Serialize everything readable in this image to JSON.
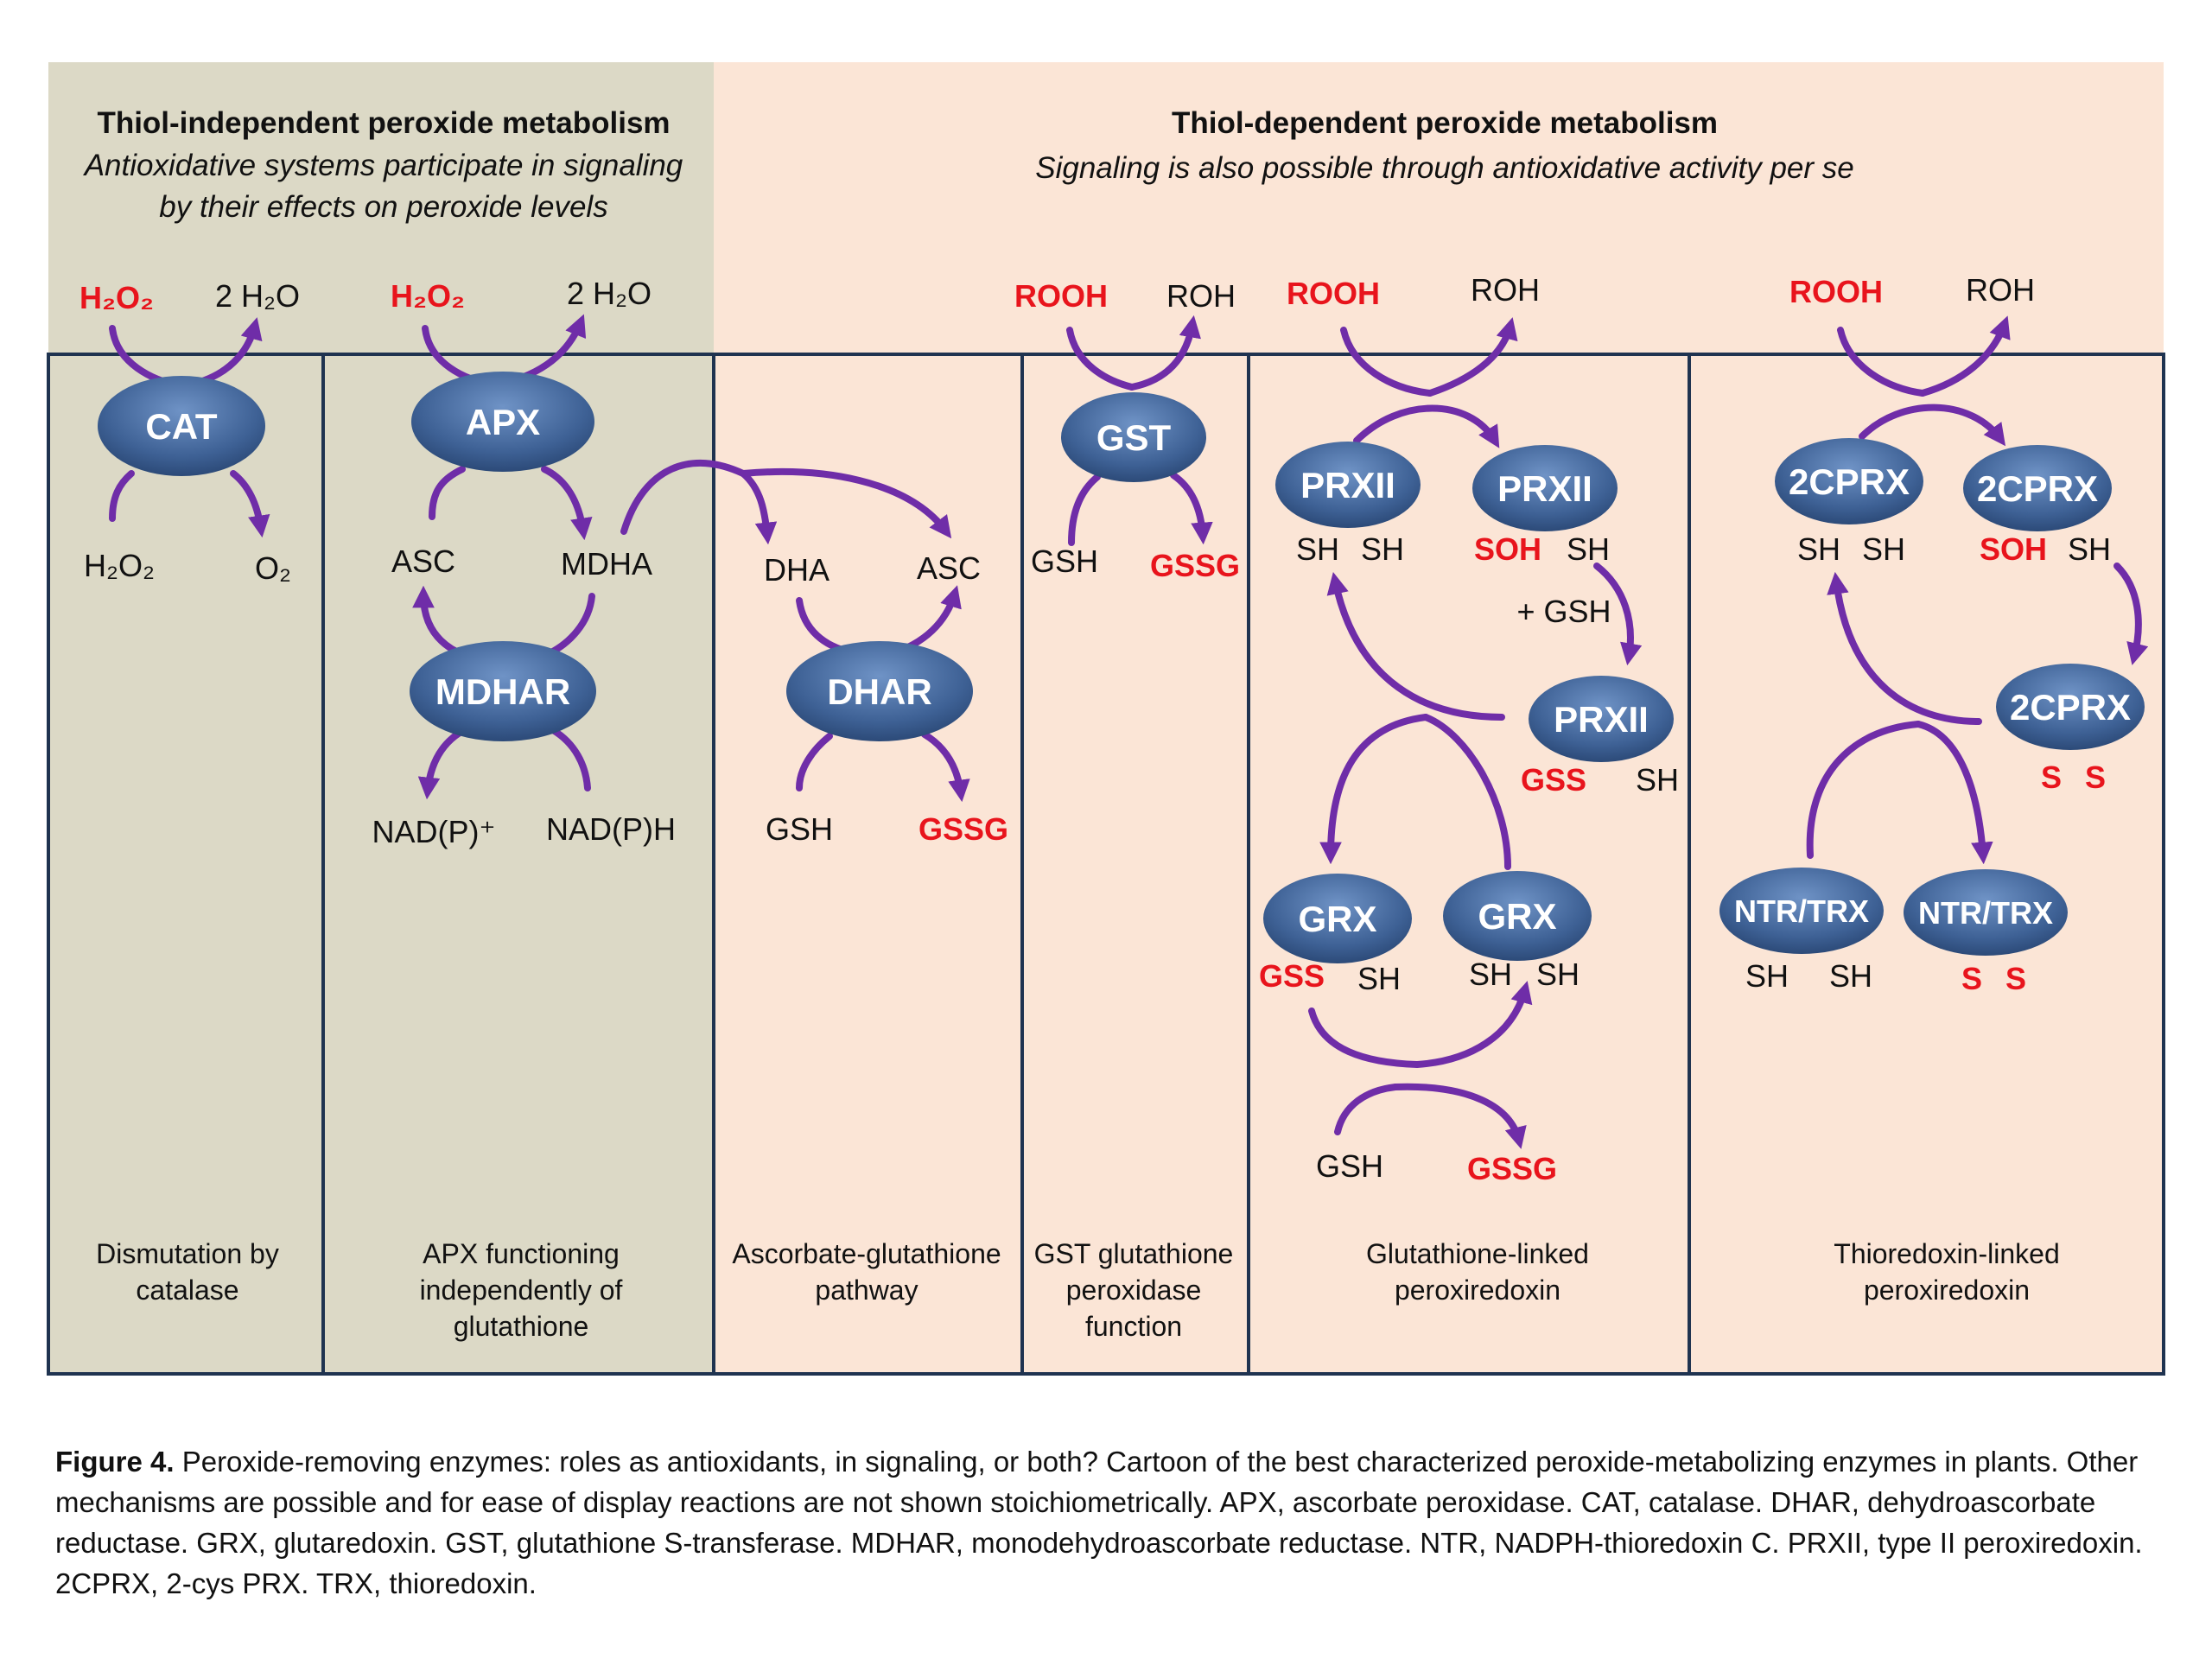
{
  "header": {
    "left": {
      "title": "Thiol-independent peroxide metabolism",
      "subtitle_line1": "Antioxidative systems participate in signaling",
      "subtitle_line2": "by their effects on peroxide levels"
    },
    "right": {
      "title": "Thiol-dependent peroxide metabolism",
      "subtitle": "Signaling is also possible through antioxidative activity per se"
    }
  },
  "colors": {
    "left_background": "#dcd9c6",
    "right_background": "#fbe5d6",
    "panel_border": "#1f3350",
    "arrow": "#6f2da8",
    "highlight_text": "#e8141c",
    "enzyme_fill": "#3e6195"
  },
  "panels": [
    {
      "footer": [
        "Dismutation by",
        "catalase"
      ],
      "enzymes": [
        {
          "label": "CAT"
        }
      ],
      "species": [
        {
          "label": "H₂O₂",
          "highlight": true
        },
        {
          "label": "2 H₂O",
          "highlight": false
        },
        {
          "label": "H₂O₂",
          "highlight": false
        },
        {
          "label": "O₂",
          "highlight": false
        }
      ]
    },
    {
      "footer": [
        "APX functioning",
        "independently of",
        "glutathione"
      ],
      "enzymes": [
        {
          "label": "APX"
        },
        {
          "label": "MDHAR"
        }
      ],
      "species": [
        {
          "label": "H₂O₂",
          "highlight": true
        },
        {
          "label": "2 H₂O",
          "highlight": false
        },
        {
          "label": "ASC",
          "highlight": false
        },
        {
          "label": "MDHA",
          "highlight": false
        },
        {
          "label": "NAD(P)⁺",
          "highlight": false
        },
        {
          "label": "NAD(P)H",
          "highlight": false
        }
      ]
    },
    {
      "footer": [
        "Ascorbate-glutathione",
        "pathway"
      ],
      "enzymes": [
        {
          "label": "DHAR"
        }
      ],
      "species": [
        {
          "label": "DHA",
          "highlight": false
        },
        {
          "label": "ASC",
          "highlight": false
        },
        {
          "label": "GSH",
          "highlight": false
        },
        {
          "label": "GSSG",
          "highlight": true
        }
      ]
    },
    {
      "footer": [
        "GST glutathione",
        "peroxidase",
        "function"
      ],
      "enzymes": [
        {
          "label": "GST"
        }
      ],
      "species": [
        {
          "label": "ROOH",
          "highlight": true
        },
        {
          "label": "ROH",
          "highlight": false
        },
        {
          "label": "GSH",
          "highlight": false
        },
        {
          "label": "GSSG",
          "highlight": true
        }
      ]
    },
    {
      "footer": [
        "Glutathione-linked",
        "peroxiredoxin"
      ],
      "enzymes": [
        {
          "label": "PRXII"
        },
        {
          "label": "PRXII"
        },
        {
          "label": "PRXII"
        },
        {
          "label": "GRX"
        },
        {
          "label": "GRX"
        }
      ],
      "species": [
        {
          "label": "ROOH",
          "highlight": true
        },
        {
          "label": "ROH",
          "highlight": false
        },
        {
          "label": "SH",
          "highlight": false
        },
        {
          "label": "SOH",
          "highlight": true
        },
        {
          "label": "+ GSH",
          "highlight": false
        },
        {
          "label": "GSS",
          "highlight": true
        },
        {
          "label": "GSH",
          "highlight": false
        },
        {
          "label": "GSSG",
          "highlight": true
        }
      ]
    },
    {
      "footer": [
        "Thioredoxin-linked",
        "peroxiredoxin"
      ],
      "enzymes": [
        {
          "label": "2CPRX"
        },
        {
          "label": "2CPRX"
        },
        {
          "label": "2CPRX"
        },
        {
          "label": "NTR/TRX"
        },
        {
          "label": "NTR/TRX"
        }
      ],
      "species": [
        {
          "label": "ROOH",
          "highlight": true
        },
        {
          "label": "ROH",
          "highlight": false
        },
        {
          "label": "SH",
          "highlight": false
        },
        {
          "label": "SOH",
          "highlight": true
        },
        {
          "label": "S",
          "highlight": true
        }
      ]
    }
  ],
  "caption": {
    "label": "Figure 4.",
    "text": "Peroxide-removing enzymes: roles as antioxidants, in signaling, or both? Cartoon of the best characterized peroxide-metabolizing enzymes in plants. Other mechanisms are possible and for ease of display reactions are not shown stoichiometrically. APX, ascorbate peroxidase. CAT, catalase. DHAR, dehydroascorbate reductase. GRX, glutaredoxin. GST, glutathione S-transferase. MDHAR, monodehydroascorbate reductase. NTR, NADPH-thioredoxin C. PRXII, type II peroxiredoxin. 2CPRX, 2-cys PRX. TRX, thioredoxin."
  }
}
